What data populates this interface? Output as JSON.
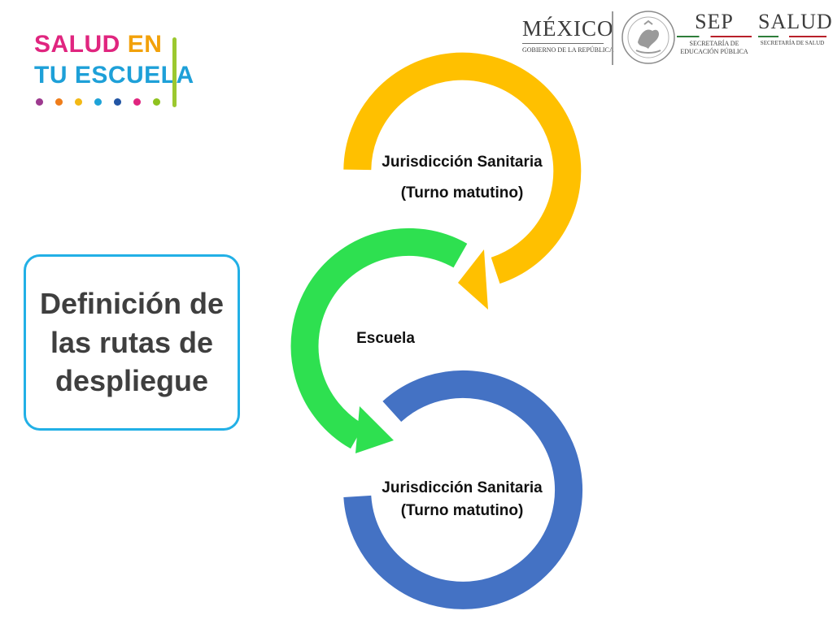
{
  "branding": {
    "program_logo": {
      "line1_word1": "SALUD",
      "line1_word2": "EN",
      "line2": "TU ESCUELA",
      "colors": {
        "salud": "#e0257f",
        "en": "#f2a10a",
        "tu": "#8fc21f",
        "escuela": "#1ea0d8",
        "bar": "#9cc830",
        "dots": [
          "#9d3a8f",
          "#ef7d1a",
          "#f3b915",
          "#1ea3d8",
          "#2255a4",
          "#e0257f",
          "#8fc21f"
        ]
      }
    },
    "government": {
      "mexico_title": "MÉXICO",
      "mexico_sub": "GOBIERNO DE LA REPÚBLICA",
      "seal_icon": "national-seal-icon",
      "sep_title": "SEP",
      "sep_sub_1": "SECRETARÍA DE",
      "sep_sub_2": "EDUCACIÓN PÚBLICA",
      "salud_title": "SALUD",
      "salud_sub": "SECRETARÍA DE SALUD"
    }
  },
  "definition_box": {
    "text": "Definición de las rutas de despliegue",
    "border_color": "#22b0e6"
  },
  "cycle": {
    "nodes": [
      {
        "line1": "Jurisdicción Sanitaria",
        "line2": "(Turno matutino)",
        "color": "#ffc000"
      },
      {
        "line1": "Escuela",
        "line2": "",
        "color": "#2ee050"
      },
      {
        "line1": "Jurisdicción Sanitaria",
        "line2": "(Turno matutino)",
        "color": "#4472c4"
      }
    ]
  }
}
